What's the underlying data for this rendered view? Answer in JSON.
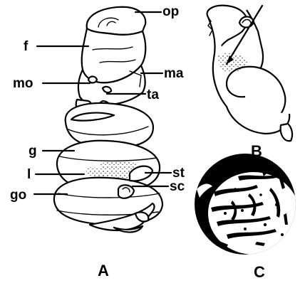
{
  "figure": {
    "panels": {
      "a": "A",
      "b": "B",
      "c": "C"
    },
    "labels": {
      "op": "op",
      "f": "f",
      "mo": "mo",
      "ma": "ma",
      "ta": "ta",
      "g": "g",
      "l": "l",
      "st": "st",
      "go": "go",
      "sc": "sc"
    },
    "colors": {
      "ink": "#000000",
      "paper": "#ffffff"
    }
  }
}
